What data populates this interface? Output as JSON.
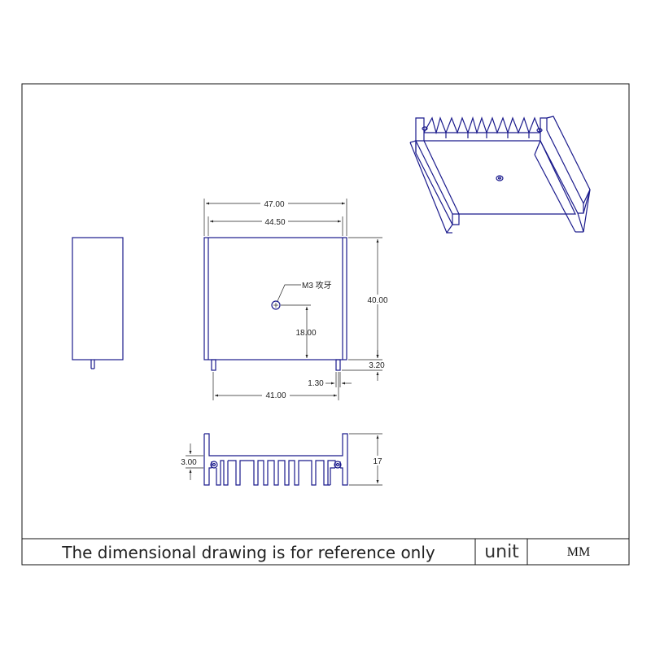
{
  "dimensions": {
    "total_width": "47.00",
    "inner_width": "44.50",
    "height": "40.00",
    "hole_height": "18.00",
    "pin_length": "3.20",
    "pin_diameter": "1.30",
    "pin_spacing": "41.00",
    "base_thickness": "3.00",
    "profile_height": "17"
  },
  "annotations": {
    "hole_label": "M3 攻牙"
  },
  "footer": {
    "note": "The dimensional drawing is for reference only",
    "unit_label": "unit",
    "unit_value": "MM"
  },
  "colors": {
    "drawing_lines": "#1a1a8c",
    "dimension_lines": "#222222",
    "frame": "#111111"
  }
}
